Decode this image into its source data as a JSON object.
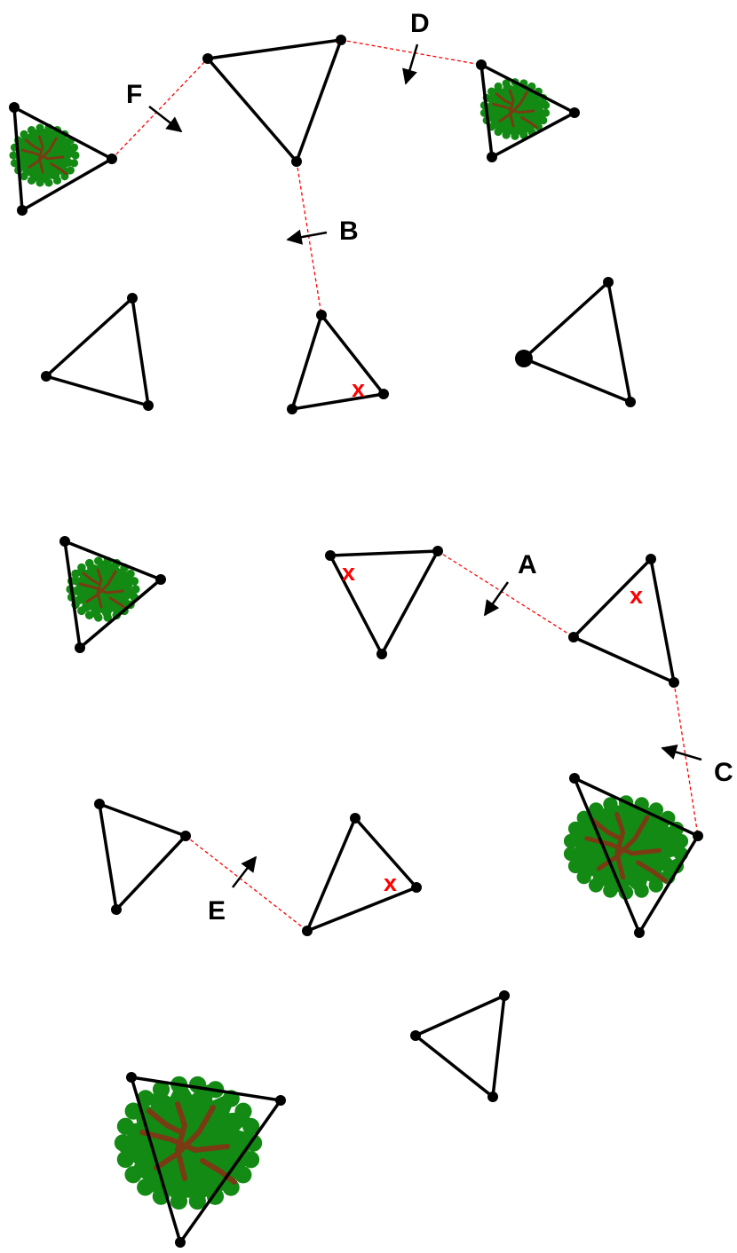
{
  "colors": {
    "edge": "#000000",
    "link": "#ff0000",
    "mark": "#ff0000",
    "foliage": "#138a13",
    "branch": "#7a3a14"
  },
  "labels": {
    "A": "A",
    "B": "B",
    "C": "C",
    "D": "D",
    "E": "E",
    "F": "F"
  },
  "mark_text": "x",
  "icons": {
    "tree": "tree-canopy-icon",
    "arrow": "arrow-icon"
  }
}
